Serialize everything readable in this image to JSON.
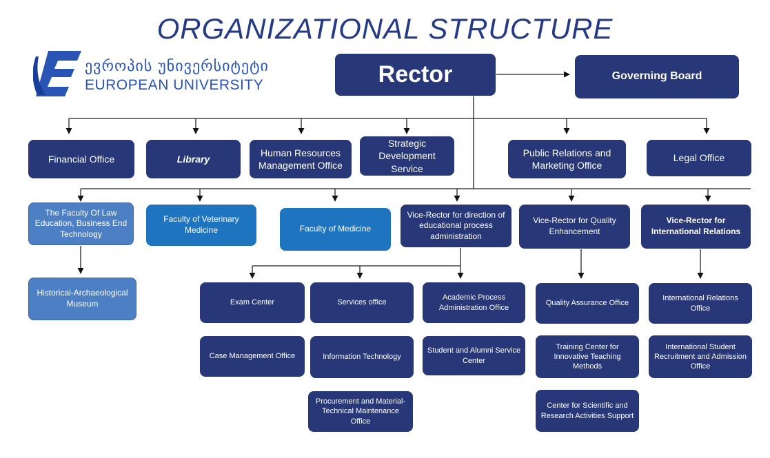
{
  "title": "ORGANIZATIONAL STRUCTURE",
  "logo": {
    "georgian": "ევროპის უნივერსიტეტი",
    "english": "EUROPEAN UNIVERSITY",
    "color": "#2a55b5"
  },
  "colors": {
    "dark": "#273777",
    "medium": "#1e74bf",
    "light": "#4d7fc4",
    "title": "#243a86"
  },
  "top": {
    "rector": "Rector",
    "governing_board": "Governing Board"
  },
  "offices": {
    "financial": "Financial Office",
    "library": "Library",
    "hr": "Human Resources Management Office",
    "strategic": "Strategic Development Service",
    "pr": "Public Relations and Marketing Office",
    "legal": "Legal Office"
  },
  "units": {
    "law": "The Faculty Of Law Education, Business End Technology",
    "vet": "Faculty of Veterinary Medicine",
    "medicine": "Faculty of Medicine",
    "vr_edu": "Vice-Rector for direction of educational process administration",
    "vr_quality": "Vice-Rector for Quality Enhancement",
    "vr_intl": "Vice-Rector for International Relations"
  },
  "museum": "Historical-Archaeological Museum",
  "edu_subunits": {
    "exam": "Exam Center",
    "services": "Services office",
    "academic": "Academic Process Administration Office",
    "case": "Case Management Office",
    "it": "Information Technology",
    "student": "Student and Alumni Service Center",
    "procurement": "Procurement and Material-Technical Maintenance Office"
  },
  "quality_subunits": {
    "qa": "Quality Assurance Office",
    "training": "Training Center for Innovative Teaching Methods",
    "research": "Center for Scientific and Research Activities Support"
  },
  "intl_subunits": {
    "relations": "International Relations Office",
    "recruitment": "International Student Recruitment and Admission Office"
  }
}
